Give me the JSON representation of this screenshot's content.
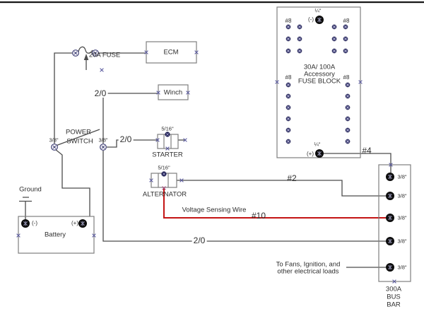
{
  "colors": {
    "wire": "#4c4c4c",
    "voltage_sensing_wire": "#c41414",
    "connection_node": "#5c5ca0",
    "terminal_fill": "#0c0c0c",
    "box_outline": "#7e7e7e",
    "text": "#2e2e2e",
    "top_border": "#141414"
  },
  "components": {
    "fuse": {
      "label": "20A FUSE"
    },
    "ecm": {
      "label": "ECM"
    },
    "winch": {
      "label": "Winch",
      "feed_gauge": "2/0"
    },
    "power_switch": {
      "name_line1": "POWER",
      "name_line2": "SWITCH",
      "left_stud": "3/8\"",
      "right_stud": "3/8\""
    },
    "starter": {
      "label": "STARTER",
      "stud": "5/16\"",
      "feed_gauge": "2/0"
    },
    "alternator": {
      "label": "ALTERNATOR",
      "stud": "5/16\""
    },
    "battery": {
      "label": "Battery",
      "negative": "(-)",
      "positive": "(+)"
    },
    "ground": {
      "label": "Ground"
    },
    "fuse_block": {
      "title_line1": "30A/ 100A",
      "title_line2": "Accessory",
      "title_line3": "FUSE BLOCK",
      "negative_stud": "¼\"",
      "negative_sign": "(-)",
      "positive_stud": "¼\"",
      "positive_sign": "(+)",
      "branch_gauge_top_left": "#8",
      "branch_gauge_top_right": "#8",
      "branch_gauge_mid_left": "#8",
      "branch_gauge_mid_right": "#8"
    },
    "bus_bar": {
      "name_line1": "300A",
      "name_line2": "BUS",
      "name_line3": "BAR",
      "studs": [
        "3/8\"",
        "3/8\"",
        "3/8\"",
        "3/8\"",
        "3/8\""
      ]
    }
  },
  "wires": {
    "fuse_block_to_bus": "#4",
    "alternator_to_bus": "#2",
    "voltage_sensing_label": "Voltage Sensing Wire",
    "voltage_sensing_gauge": "#10",
    "battery_to_bus_gauge": "2/0",
    "loads_note_line1": "To Fans, Ignition, and",
    "loads_note_line2": "other electrical loads"
  }
}
